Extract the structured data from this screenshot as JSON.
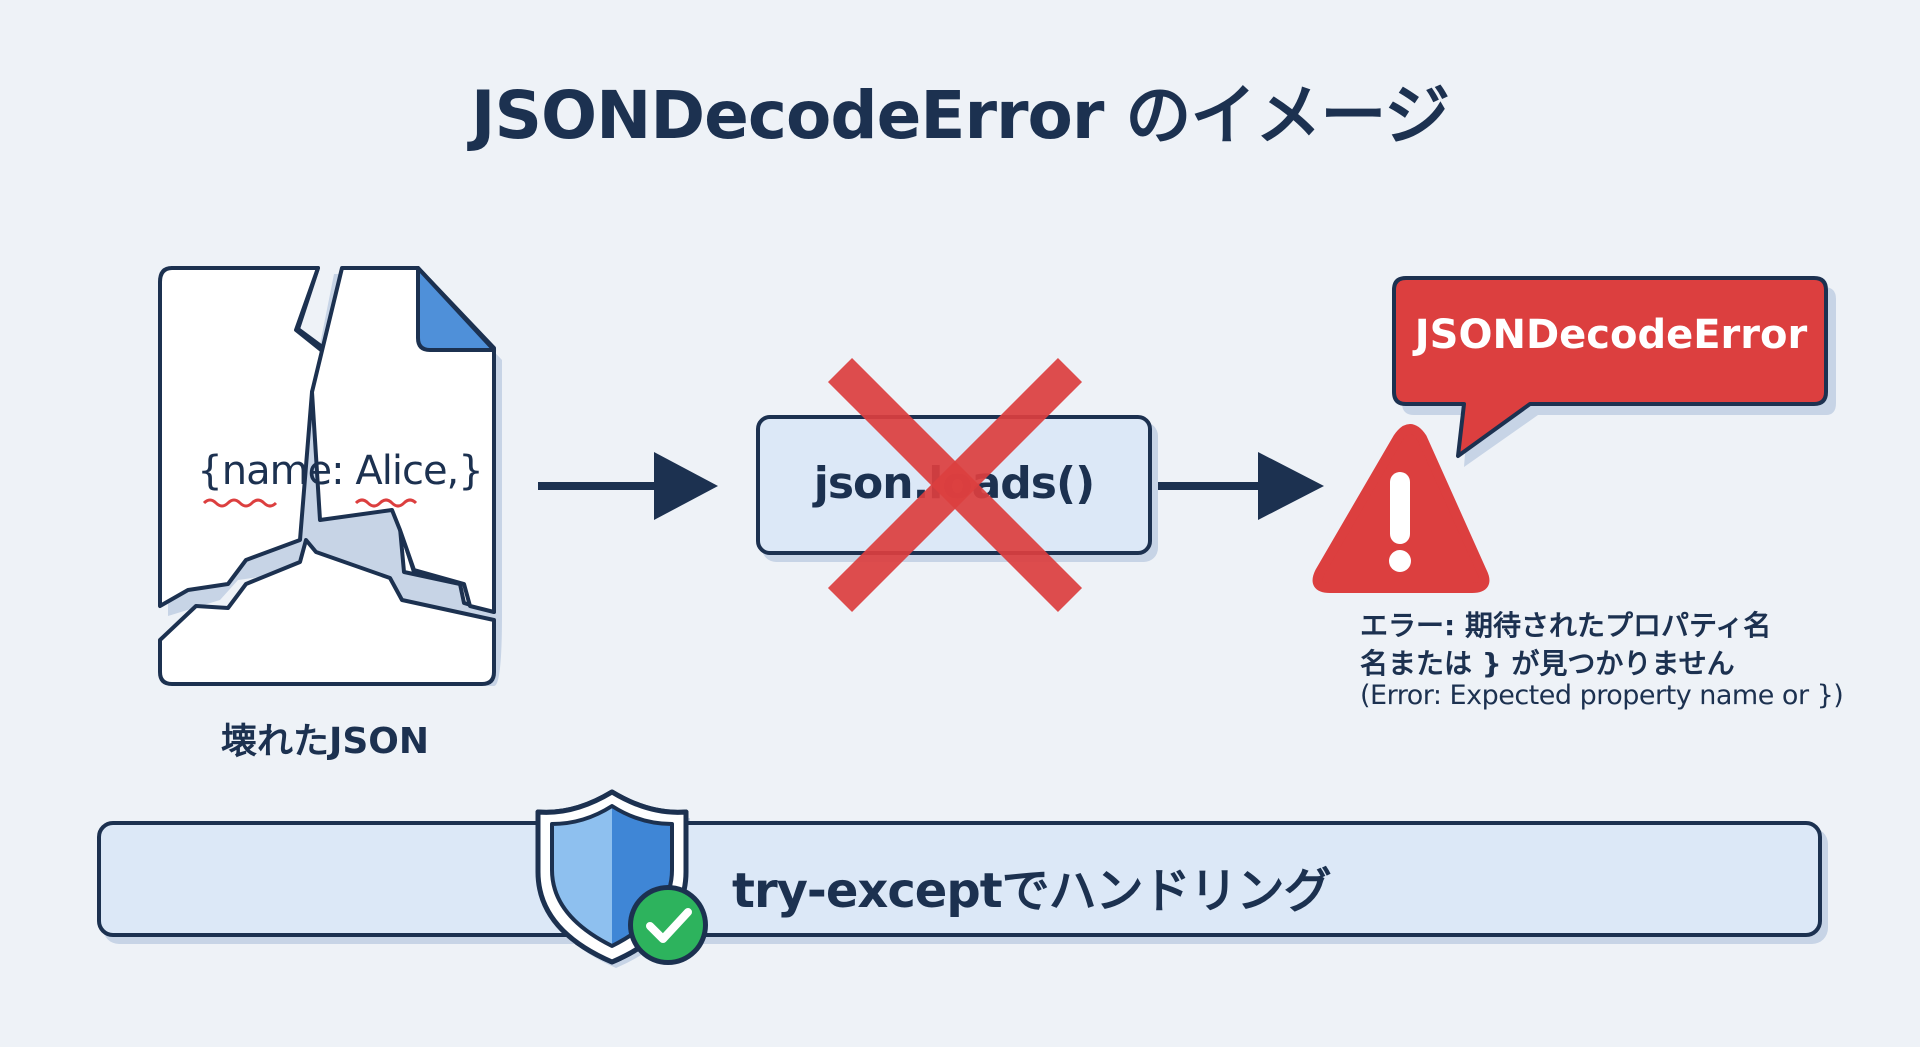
{
  "title": "JSONDecodeError のイメージ",
  "broken_doc": {
    "content": "{name: Alice,}",
    "label": "壊れたJSON"
  },
  "function_box": {
    "label": "json.loads()"
  },
  "error_bubble": {
    "label": "JSONDecodeError"
  },
  "error_message": {
    "line1": "エラー: 期待されたプロパティ名",
    "line2": "名または } が見つかりません",
    "line3": "(Error: Expected property name or })"
  },
  "banner": {
    "label": "try-exceptでハンドリング"
  },
  "colors": {
    "navy": "#1c3150",
    "error_red": "#dc3f3f",
    "light_blue": "#dce8f7",
    "accent_blue": "#4f90d9",
    "success_green": "#2db35d"
  },
  "icons": [
    "broken-document-icon",
    "cross-icon",
    "warning-icon",
    "speech-bubble-icon",
    "shield-icon",
    "checkmark-icon"
  ]
}
